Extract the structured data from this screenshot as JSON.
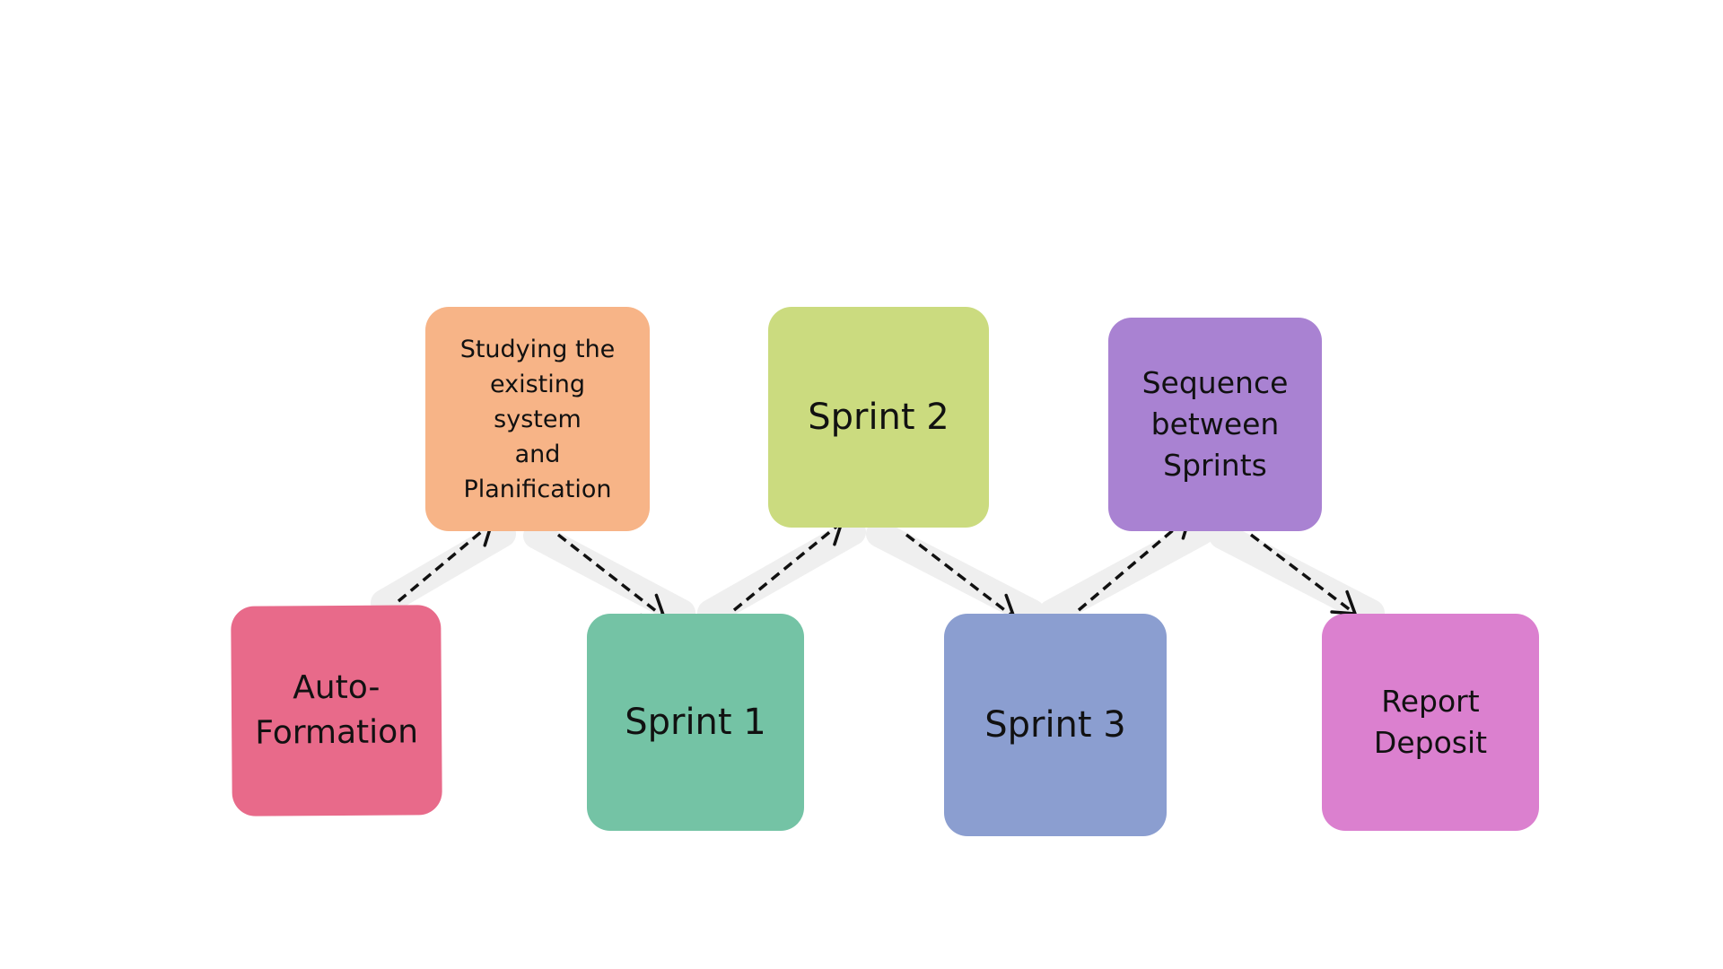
{
  "diagram": {
    "nodes": [
      {
        "id": "auto",
        "label": "Auto-\nFormation",
        "color": "#E86A8A"
      },
      {
        "id": "study",
        "label": "Studying the\nexisting\nsystem\nand\nPlanification",
        "color": "#F7B487"
      },
      {
        "id": "s1",
        "label": "Sprint 1",
        "color": "#74C3A5"
      },
      {
        "id": "s2",
        "label": "Sprint 2",
        "color": "#CBDB7F"
      },
      {
        "id": "s3",
        "label": "Sprint 3",
        "color": "#8B9ED0"
      },
      {
        "id": "seq",
        "label": "Sequence\nbetween\nSprints",
        "color": "#A982D2"
      },
      {
        "id": "report",
        "label": "Report\nDeposit",
        "color": "#DB80CF"
      }
    ],
    "edges": [
      {
        "from": "auto",
        "to": "study"
      },
      {
        "from": "study",
        "to": "s1"
      },
      {
        "from": "s1",
        "to": "s2"
      },
      {
        "from": "s2",
        "to": "s3"
      },
      {
        "from": "s3",
        "to": "seq"
      },
      {
        "from": "seq",
        "to": "report"
      }
    ],
    "edge_style": {
      "band_color": "#EFEFEF",
      "arrow_color": "#111111",
      "dashed": true
    }
  }
}
